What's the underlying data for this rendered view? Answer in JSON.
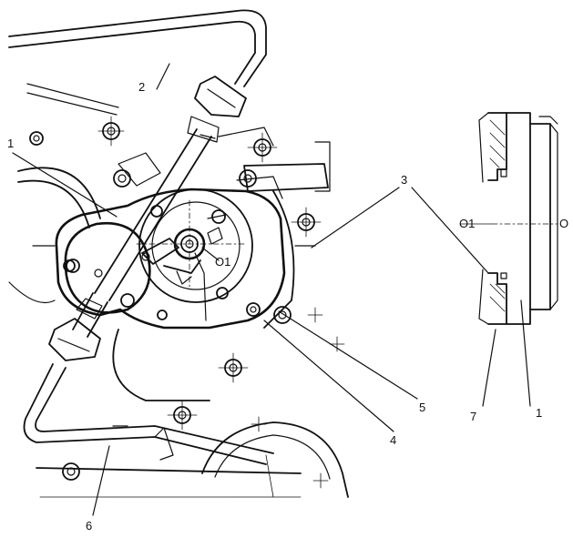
{
  "callouts": {
    "c1_left": "1",
    "c2": "2",
    "c3": "3",
    "c4": "4",
    "c5": "5",
    "c6": "6",
    "c7": "7",
    "c1_right": "1",
    "o1_center": "O1",
    "o1_right": "O1",
    "o_right": "O"
  }
}
